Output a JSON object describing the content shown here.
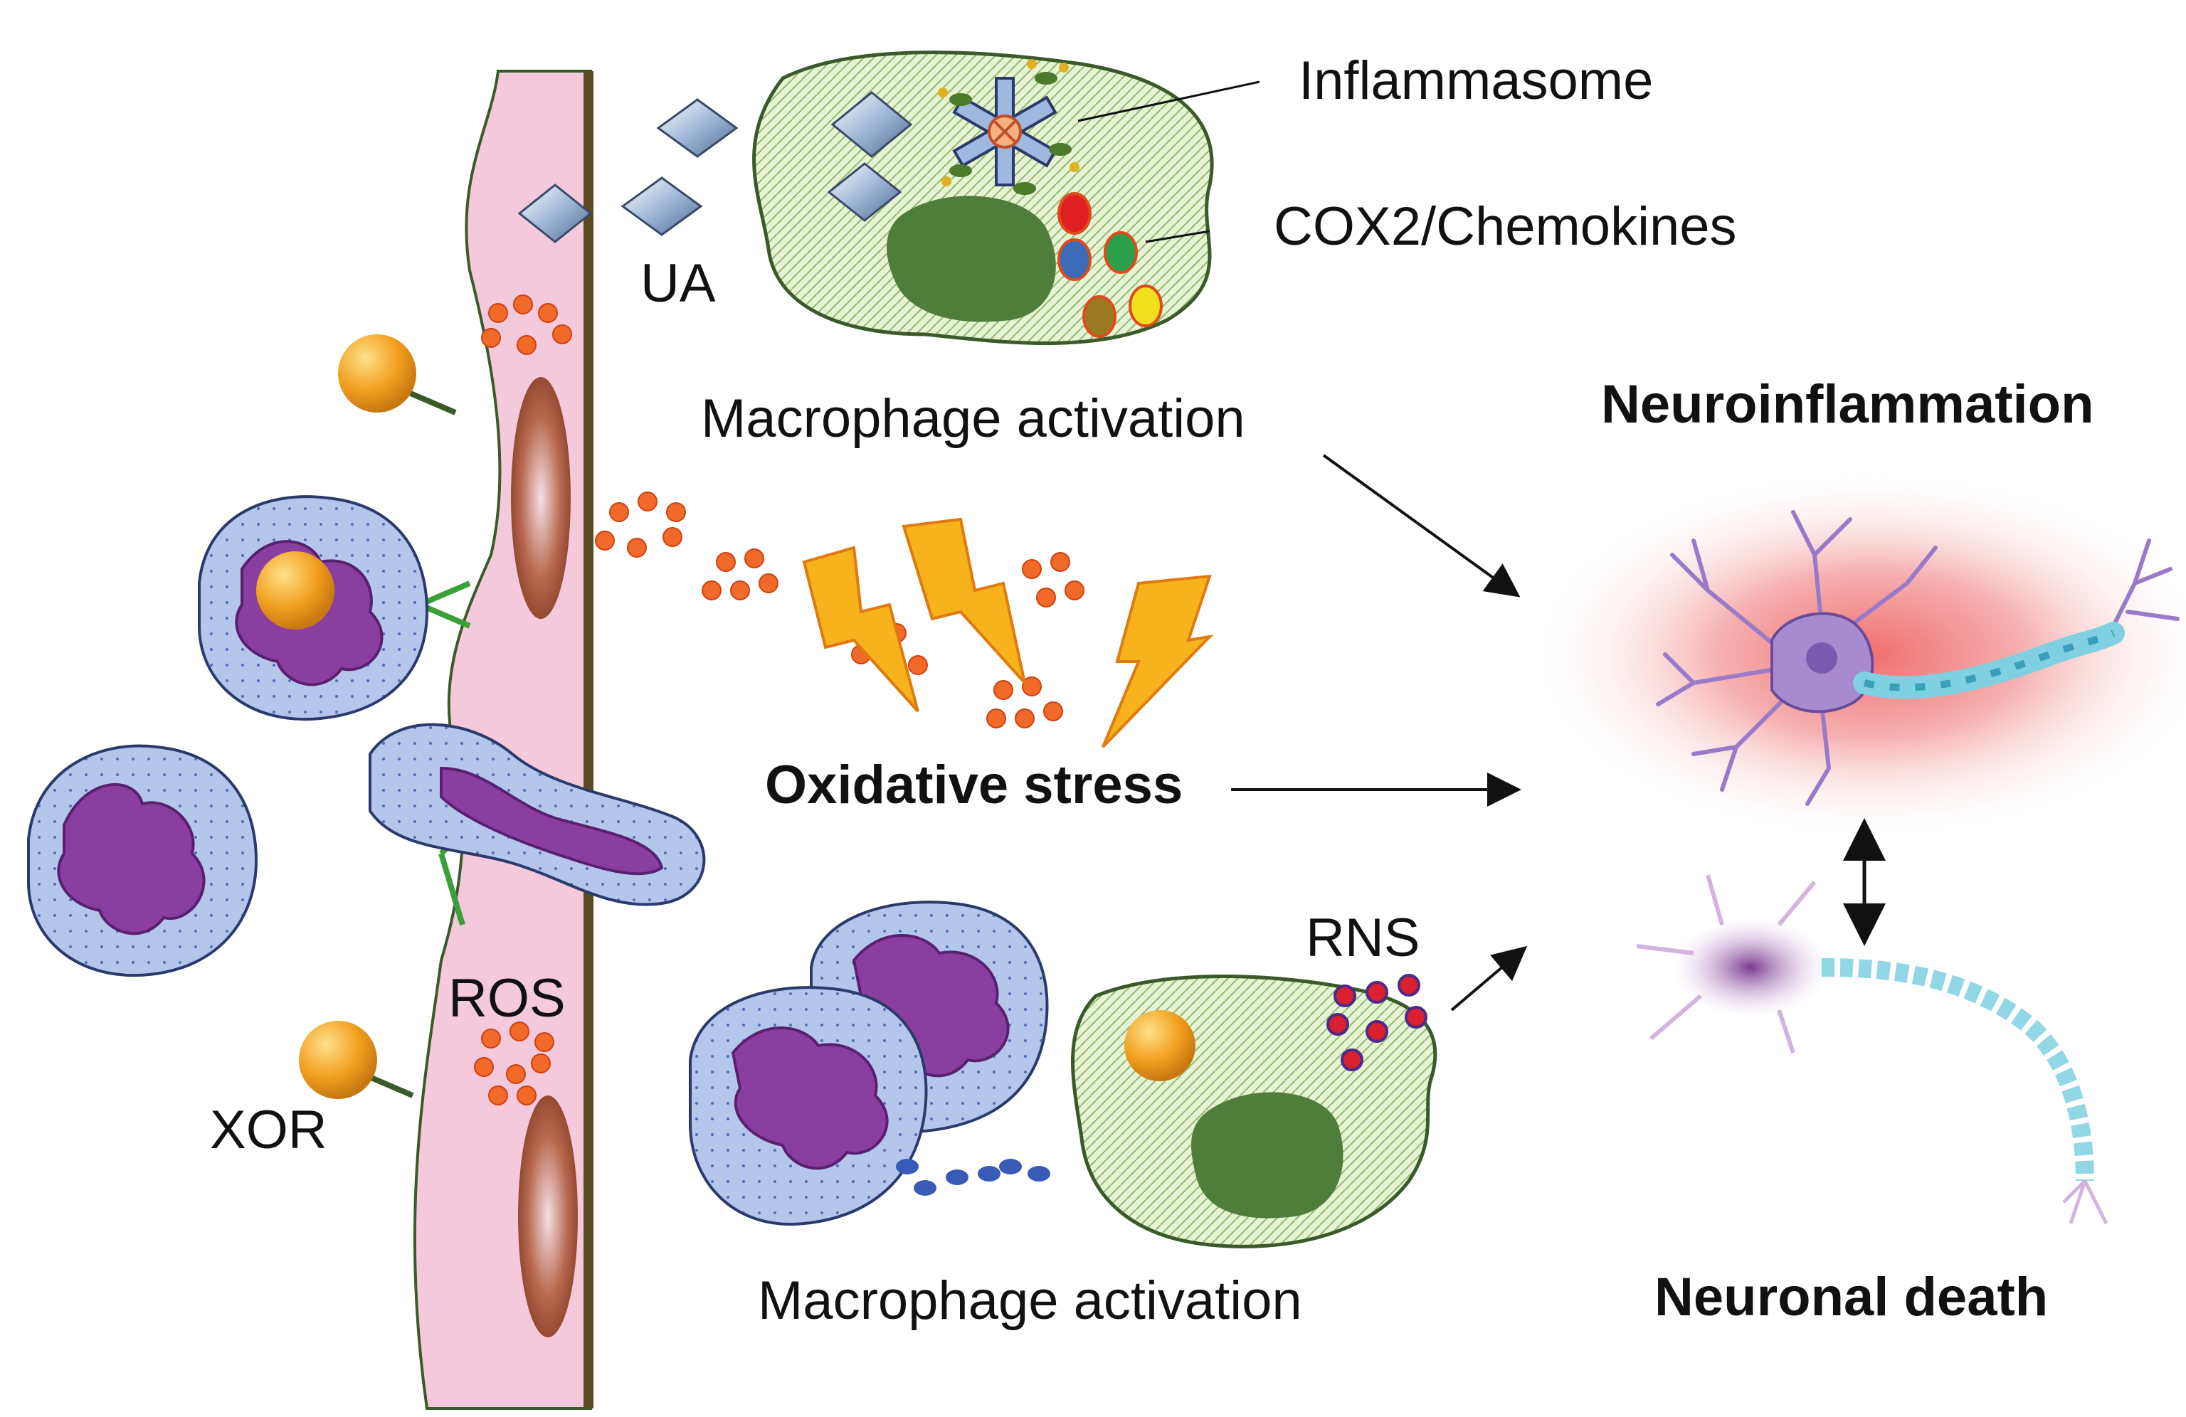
{
  "labels": {
    "inflammasome": "Inflammasome",
    "cox2": "COX2/Chemokines",
    "ua": "UA",
    "macrophage_top": "Macrophage activation",
    "neuroinflammation": "Neuroinflammation",
    "oxidative_stress": "Oxidative stress",
    "rns": "RNS",
    "ros": "ROS",
    "xor": "XOR",
    "macrophage_bottom": "Macrophage activation",
    "neuronal_death": "Neuronal death"
  },
  "colors": {
    "endothelium": "#f4c9dc",
    "vessel_wall": "#5a4a20",
    "nucleus": "#a0583a",
    "neutrophil_fill": "#aabde3",
    "neutrophil_nucleus": "#8a3fa0",
    "macrophage_fill": "#dff0c8",
    "macrophage_nucleus": "#4f7d3c",
    "ros_dot": "#f26a2a",
    "rns_dot": "#d8202e",
    "xor_ball": "#f2a020",
    "lightning": "#f7b21c",
    "crystal": "#9fb8d8",
    "neuron_glow": "#f28a8a",
    "axon": "#7fd0e0"
  }
}
